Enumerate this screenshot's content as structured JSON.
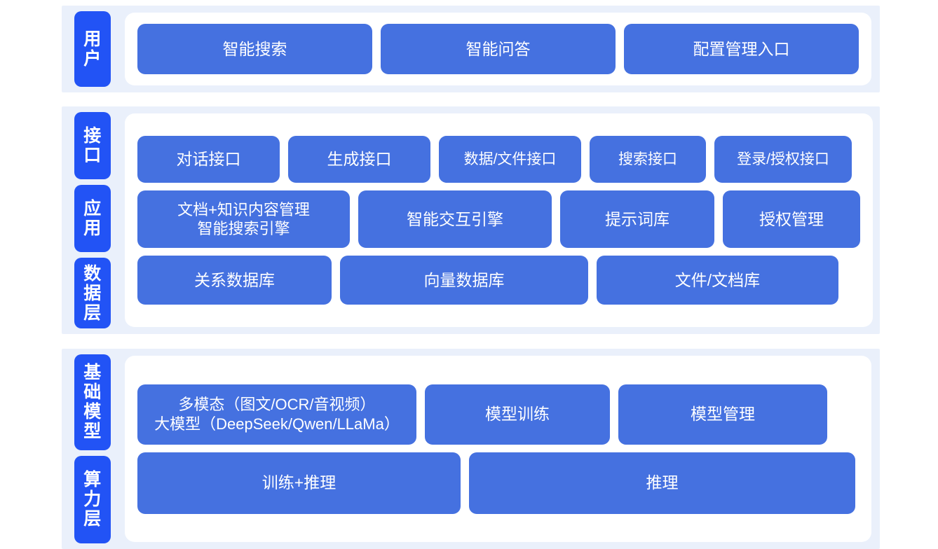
{
  "diagram": {
    "accent_blue": "#4571e0",
    "label_blue": "#2253f5",
    "band_bg": "#eaf0fb",
    "panel_bg": "#ffffff",
    "text_color": "#ffffff"
  },
  "sections": [
    {
      "id": "user",
      "labels": [
        "用户"
      ],
      "rows": [
        {
          "boxes": [
            "智能搜索",
            "智能问答",
            "配置管理入口"
          ]
        }
      ]
    },
    {
      "id": "middle",
      "labels": [
        "接口",
        "应用",
        "数据层"
      ],
      "rows": [
        {
          "boxes": [
            "对话接口",
            "生成接口",
            "数据/文件接口",
            "搜索接口",
            "登录/授权接口"
          ]
        },
        {
          "boxes": [
            "文档+知识内容管理\n智能搜索引擎",
            "智能交互引擎",
            "提示词库",
            "授权管理"
          ]
        },
        {
          "boxes": [
            "关系数据库",
            "向量数据库",
            "文件/文档库"
          ]
        }
      ]
    },
    {
      "id": "base",
      "labels": [
        "基础模型",
        "算力层"
      ],
      "rows": [
        {
          "boxes": [
            "多模态（图文/OCR/音视频）\n大模型（DeepSeek/Qwen/LLaMa）",
            "模型训练",
            "模型管理"
          ]
        },
        {
          "boxes": [
            "训练+推理",
            "推理"
          ]
        }
      ]
    }
  ],
  "labels": {
    "user": "用户",
    "interface": "接口",
    "application": "应用",
    "data_layer": "数据层",
    "foundation_model": "基础模型",
    "compute_layer": "算力层"
  },
  "user_row": {
    "smart_search": "智能搜索",
    "smart_qa": "智能问答",
    "config_management_entry": "配置管理入口"
  },
  "interface_row": {
    "dialog_api": "对话接口",
    "generation_api": "生成接口",
    "data_file_api": "数据/文件接口",
    "search_api": "搜索接口",
    "login_auth_api": "登录/授权接口"
  },
  "application_row": {
    "doc_knowledge_mgmt": "文档+知识内容管理\n智能搜索引擎",
    "smart_interaction_engine": "智能交互引擎",
    "prompt_library": "提示词库",
    "authorization_management": "授权管理"
  },
  "data_row": {
    "relational_db": "关系数据库",
    "vector_db": "向量数据库",
    "file_document_store": "文件/文档库"
  },
  "model_row": {
    "multimodal_llm": "多模态（图文/OCR/音视频）\n大模型（DeepSeek/Qwen/LLaMa）",
    "model_training": "模型训练",
    "model_management": "模型管理"
  },
  "compute_row": {
    "train_and_infer": "训练+推理",
    "inference": "推理"
  }
}
